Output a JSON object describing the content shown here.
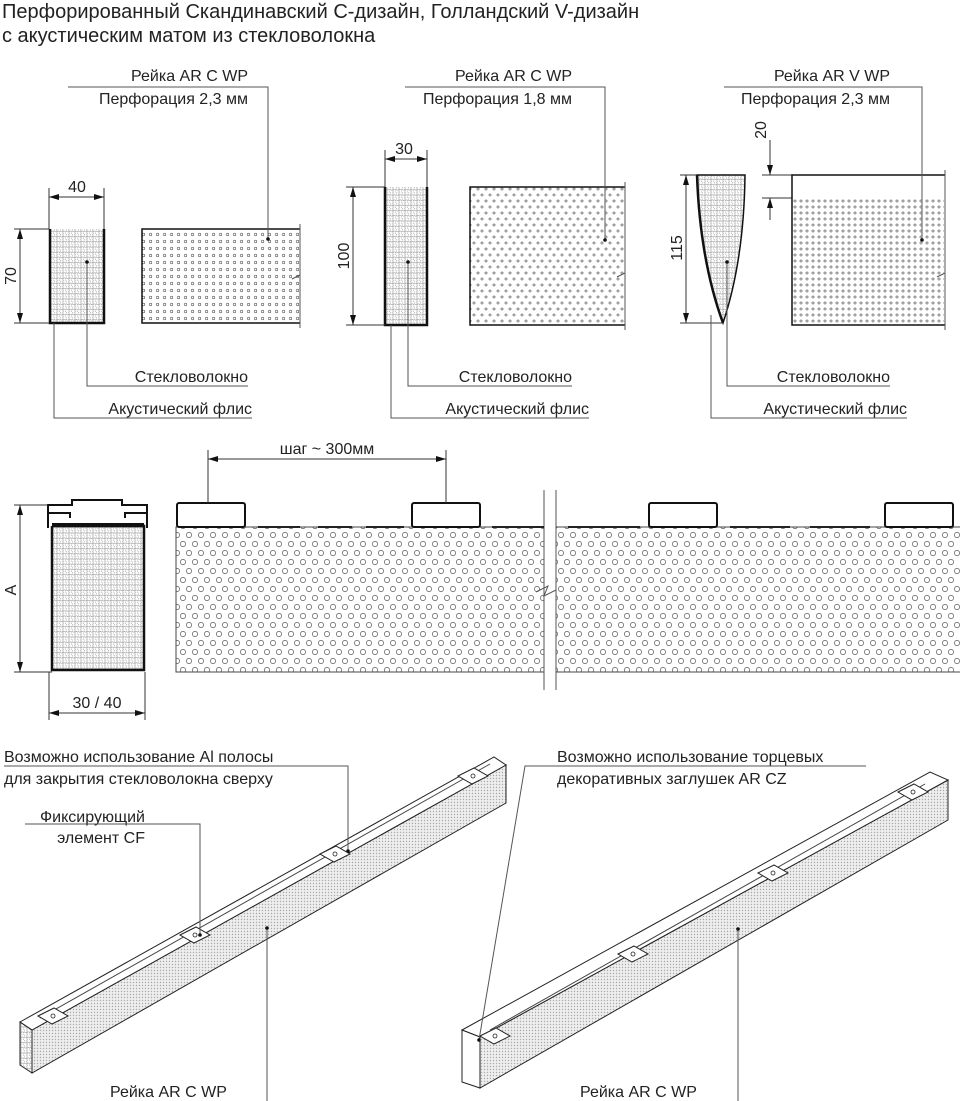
{
  "title": {
    "line1": "Перфорированный Скандинавский C-дизайн, Голландский V-дизайн",
    "line2": "с акустическим матом из стекловолокна"
  },
  "profiles": [
    {
      "name": "Рейка AR C WP",
      "perforation": "Перфорация 2,3 мм",
      "width": "40",
      "height": "70",
      "fiber": "Стекловолокно",
      "fleece": "Акустический флис"
    },
    {
      "name": "Рейка AR C WP",
      "perforation": "Перфорация 1,8 мм",
      "width": "30",
      "height": "100",
      "fiber": "Стекловолокно",
      "fleece": "Акустический флис"
    },
    {
      "name": "Рейка AR V WP",
      "perforation": "Перфорация 2,3 мм",
      "offset": "20",
      "height": "115",
      "fiber": "Стекловолокно",
      "fleece": "Акустический флис"
    }
  ],
  "assembly": {
    "height_label": "A",
    "width_label": "30 / 40",
    "pitch_label": "шаг ~ 300мм"
  },
  "isometric": {
    "left": {
      "al_strip_line1": "Возможно использование Al полосы",
      "al_strip_line2": "для закрытия стекловолокна сверху",
      "clip_line1": "Фиксирующий",
      "clip_line2": "элемент CF",
      "slat": "Рейка AR C WP"
    },
    "right": {
      "caps_line1": "Возможно использование торцевых",
      "caps_line2": "декоративных заглушек AR CZ",
      "slat": "Рейка AR C WP"
    }
  },
  "colors": {
    "line": "#222222",
    "fill_pattern": "#9a9a9a"
  }
}
